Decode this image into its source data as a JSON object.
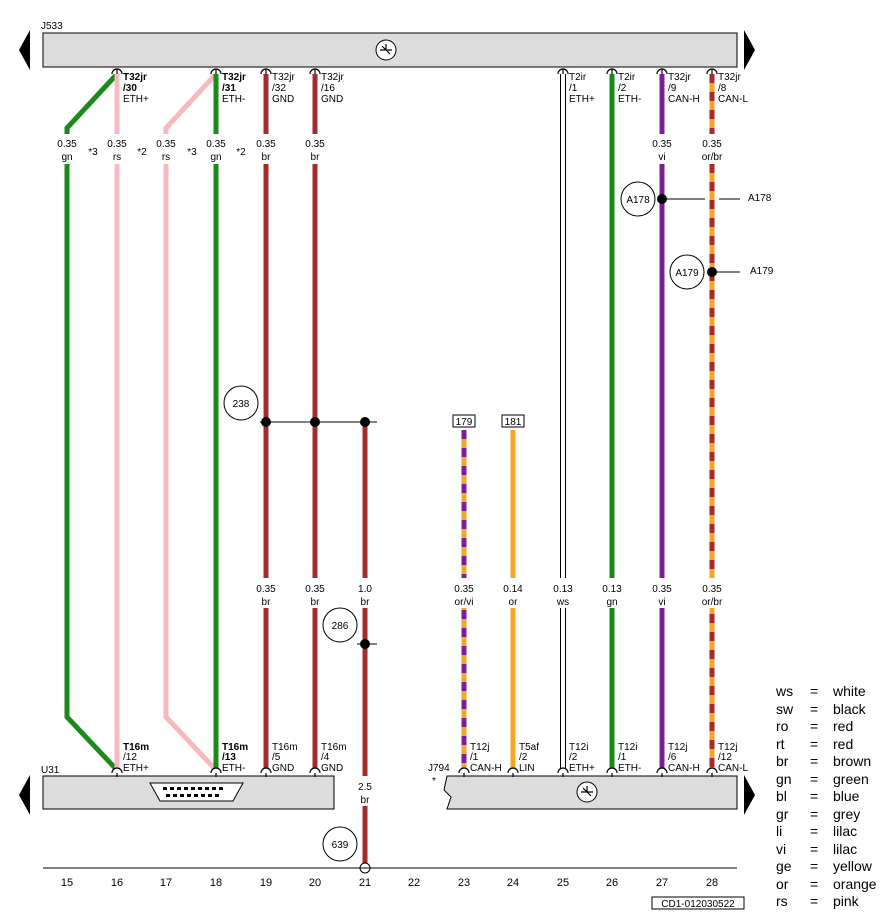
{
  "components": {
    "top": "J533",
    "u31": "U31",
    "j794": "J794",
    "j794_mark": "*"
  },
  "top_pins": [
    {
      "pin": "T32jr",
      "no": "/30",
      "sig": "ETH+"
    },
    {
      "pin": "T32jr",
      "no": "/31",
      "sig": "ETH-"
    },
    {
      "pin": "T32jr",
      "no": "/32",
      "sig": "GND"
    },
    {
      "pin": "T32jr",
      "no": "/16",
      "sig": "GND"
    },
    {
      "pin": "T2ir",
      "no": "/1",
      "sig": "ETH+"
    },
    {
      "pin": "T2ir",
      "no": "/2",
      "sig": "ETH-"
    },
    {
      "pin": "T32jr",
      "no": "/9",
      "sig": "CAN-H"
    },
    {
      "pin": "T32jr",
      "no": "/8",
      "sig": "CAN-L"
    }
  ],
  "top_wires": [
    {
      "size": "0.35",
      "color": "gn",
      "note": "*3"
    },
    {
      "size": "0.35",
      "color": "rs",
      "note": "*2"
    },
    {
      "size": "0.35",
      "color": "rs",
      "note": "*3"
    },
    {
      "size": "0.35",
      "color": "gn",
      "note": "*2"
    },
    {
      "size": "0.35",
      "color": "br"
    },
    {
      "size": "0.35",
      "color": "br"
    },
    {
      "size": "0.35",
      "color": "vi"
    },
    {
      "size": "0.35",
      "color": "or/br"
    }
  ],
  "mid_wires": [
    {
      "size": "0.35",
      "color": "br"
    },
    {
      "size": "0.35",
      "color": "br"
    },
    {
      "size": "1.0",
      "color": "br"
    },
    {
      "size": "0.35",
      "color": "or/vi"
    },
    {
      "size": "0.14",
      "color": "or"
    },
    {
      "size": "0.13",
      "color": "ws"
    },
    {
      "size": "0.13",
      "color": "gn"
    },
    {
      "size": "0.35",
      "color": "vi"
    },
    {
      "size": "0.35",
      "color": "or/br"
    }
  ],
  "bottom_wire": {
    "size": "2.5",
    "color": "br"
  },
  "bottom_pins": [
    {
      "pin": "T16m",
      "no": "/12",
      "sig": "ETH+"
    },
    {
      "pin": "T16m",
      "no": "/13",
      "sig": "ETH-"
    },
    {
      "pin": "T16m",
      "no": "/5",
      "sig": "GND"
    },
    {
      "pin": "T16m",
      "no": "/4",
      "sig": "GND"
    },
    {
      "pin": "T12j",
      "no": "/1",
      "sig": "CAN-H"
    },
    {
      "pin": "T5af",
      "no": "/2",
      "sig": "LIN"
    },
    {
      "pin": "T12i",
      "no": "/2",
      "sig": "ETH+"
    },
    {
      "pin": "T12i",
      "no": "/1",
      "sig": "ETH-"
    },
    {
      "pin": "T12j",
      "no": "/6",
      "sig": "CAN-H"
    },
    {
      "pin": "T12j",
      "no": "/12",
      "sig": "CAN-L"
    }
  ],
  "refs": {
    "r238": "238",
    "r286": "286",
    "r639": "639",
    "a178": "A178",
    "a179": "A179",
    "box179": "179",
    "box181": "181"
  },
  "columns": [
    "15",
    "16",
    "17",
    "18",
    "19",
    "20",
    "21",
    "22",
    "23",
    "24",
    "25",
    "26",
    "27",
    "28"
  ],
  "legend": [
    {
      "code": "ws",
      "name": "white"
    },
    {
      "code": "sw",
      "name": "black"
    },
    {
      "code": "ro",
      "name": "red"
    },
    {
      "code": "rt",
      "name": "red"
    },
    {
      "code": "br",
      "name": "brown"
    },
    {
      "code": "gn",
      "name": "green"
    },
    {
      "code": "bl",
      "name": "blue"
    },
    {
      "code": "gr",
      "name": "grey"
    },
    {
      "code": "li",
      "name": "lilac"
    },
    {
      "code": "vi",
      "name": "lilac"
    },
    {
      "code": "ge",
      "name": "yellow"
    },
    {
      "code": "or",
      "name": "orange"
    },
    {
      "code": "rs",
      "name": "pink"
    }
  ],
  "legend_eq": "=",
  "footer_code": "CD1-012030522",
  "colors": {
    "gn": "#1a8a1a",
    "rs": "#f7b8c0",
    "br": "#a52a2a",
    "vi": "#7a2090",
    "or": "#f5a623",
    "ws": "#ffffff",
    "bar": "#dcdcdc"
  }
}
